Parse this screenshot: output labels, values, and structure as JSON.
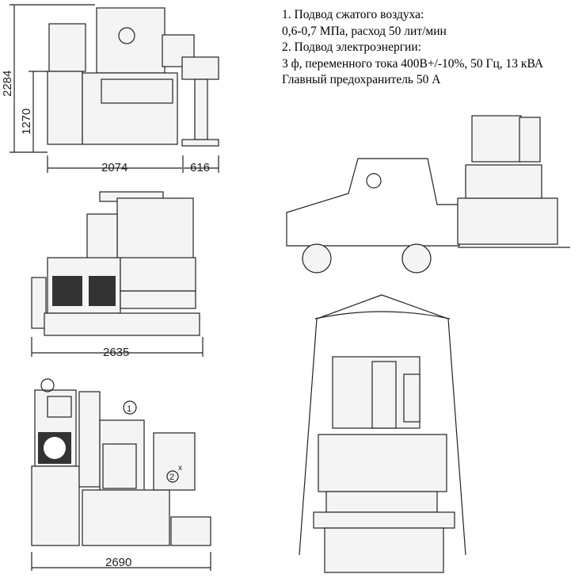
{
  "notes": [
    "1. Подвод сжатого воздуха:",
    "0,6-0,7 МПа, расход 50 лит/мин",
    "2. Подвод электроэнергии:",
    "3 ф, переменного тока 400В+/-10%, 50 Гц, 13 кВА",
    "Главный предохранитель 50 А"
  ],
  "dimensions": {
    "side_height_total": "2284",
    "side_height_table": "1270",
    "side_width": "2074",
    "monitor_depth": "616",
    "front_width": "2635",
    "top_width": "2690"
  },
  "markers": {
    "air": "1",
    "power": "2",
    "x": "x"
  }
}
